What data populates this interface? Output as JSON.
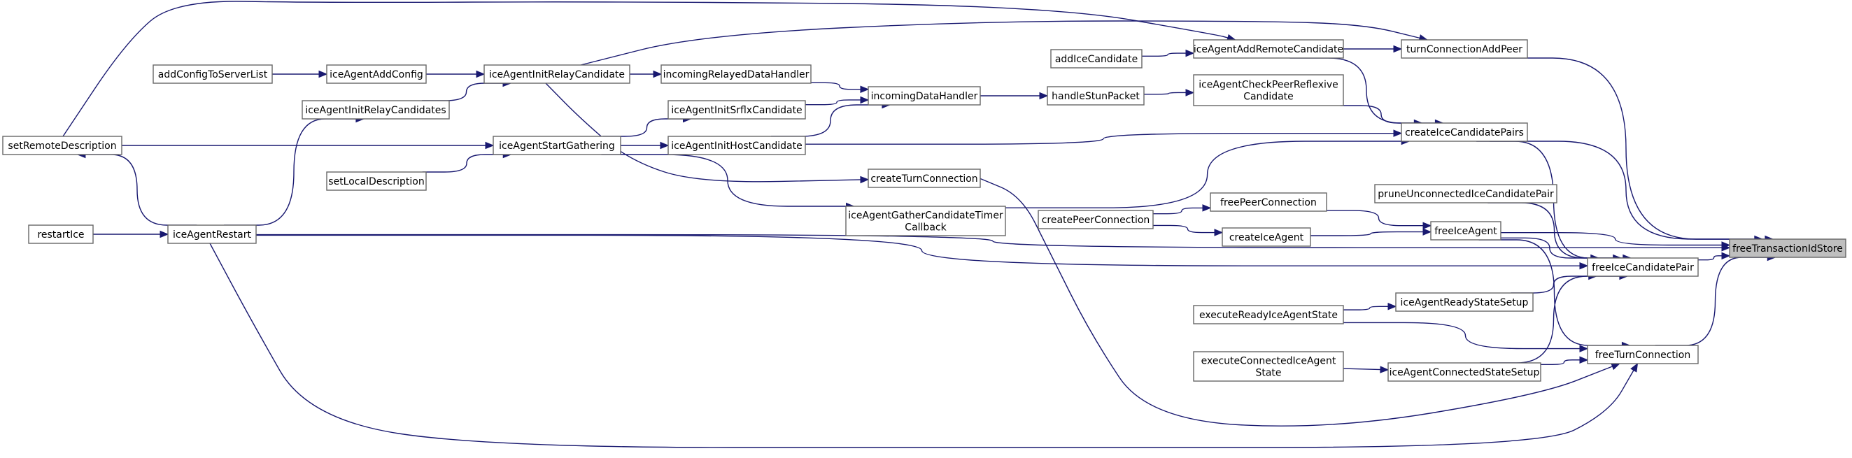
{
  "graph": {
    "colors": {
      "edge": "#191970",
      "node_border": "#666666",
      "root_fill": "#bfbfbf",
      "node_fill": "#ffffff"
    },
    "nodes": [
      {
        "id": "freeTransactionIdStore",
        "lines": [
          "freeTransactionIdStore"
        ]
      },
      {
        "id": "turnConnectionAddPeer",
        "lines": [
          "turnConnectionAddPeer"
        ]
      },
      {
        "id": "createIceCandidatePairs",
        "lines": [
          "createIceCandidatePairs"
        ]
      },
      {
        "id": "freeIceCandidatePair",
        "lines": [
          "freeIceCandidatePair"
        ]
      },
      {
        "id": "freeTurnConnection",
        "lines": [
          "freeTurnConnection"
        ]
      },
      {
        "id": "freeIceAgent",
        "lines": [
          "freeIceAgent"
        ]
      },
      {
        "id": "pruneUnconnectedIceCandidatePair",
        "lines": [
          "pruneUnconnectedIceCandidatePair"
        ]
      },
      {
        "id": "iceAgentReadyStateSetup",
        "lines": [
          "iceAgentReadyStateSetup"
        ]
      },
      {
        "id": "iceAgentConnectedStateSetup",
        "lines": [
          "iceAgentConnectedStateSetup"
        ]
      },
      {
        "id": "iceAgentAddRemoteCandidate",
        "lines": [
          "iceAgentAddRemoteCandidate"
        ]
      },
      {
        "id": "iceAgentCheckPeerReflexiveCandidate",
        "lines": [
          "iceAgentCheckPeerReflexive",
          "Candidate"
        ]
      },
      {
        "id": "freePeerConnection",
        "lines": [
          "freePeerConnection"
        ]
      },
      {
        "id": "createIceAgent",
        "lines": [
          "createIceAgent"
        ]
      },
      {
        "id": "executeReadyIceAgentState",
        "lines": [
          "executeReadyIceAgentState"
        ]
      },
      {
        "id": "executeConnectedIceAgentState",
        "lines": [
          "executeConnectedIceAgent",
          "State"
        ]
      },
      {
        "id": "addIceCandidate",
        "lines": [
          "addIceCandidate"
        ]
      },
      {
        "id": "handleStunPacket",
        "lines": [
          "handleStunPacket"
        ]
      },
      {
        "id": "createPeerConnection",
        "lines": [
          "createPeerConnection"
        ]
      },
      {
        "id": "incomingDataHandler",
        "lines": [
          "incomingDataHandler"
        ]
      },
      {
        "id": "createTurnConnection",
        "lines": [
          "createTurnConnection"
        ]
      },
      {
        "id": "iceAgentGatherCandidateTimerCallback",
        "lines": [
          "iceAgentGatherCandidateTimer",
          "Callback"
        ]
      },
      {
        "id": "incomingRelayedDataHandler",
        "lines": [
          "incomingRelayedDataHandler"
        ]
      },
      {
        "id": "iceAgentInitSrflxCandidate",
        "lines": [
          "iceAgentInitSrflxCandidate"
        ]
      },
      {
        "id": "iceAgentInitHostCandidate",
        "lines": [
          "iceAgentInitHostCandidate"
        ]
      },
      {
        "id": "iceAgentInitRelayCandidate",
        "lines": [
          "iceAgentInitRelayCandidate"
        ]
      },
      {
        "id": "iceAgentStartGathering",
        "lines": [
          "iceAgentStartGathering"
        ]
      },
      {
        "id": "iceAgentInitRelayCandidates",
        "lines": [
          "iceAgentInitRelayCandidates"
        ]
      },
      {
        "id": "setLocalDescription",
        "lines": [
          "setLocalDescription"
        ]
      },
      {
        "id": "iceAgentAddConfig",
        "lines": [
          "iceAgentAddConfig"
        ]
      },
      {
        "id": "addConfigToServerList",
        "lines": [
          "addConfigToServerList"
        ]
      },
      {
        "id": "setRemoteDescription",
        "lines": [
          "setRemoteDescription"
        ]
      },
      {
        "id": "iceAgentRestart",
        "lines": [
          "iceAgentRestart"
        ]
      },
      {
        "id": "restartIce",
        "lines": [
          "restartIce"
        ]
      }
    ],
    "edges": [
      [
        "turnConnectionAddPeer",
        "freeTransactionIdStore"
      ],
      [
        "createIceCandidatePairs",
        "freeTransactionIdStore"
      ],
      [
        "freeIceCandidatePair",
        "freeTransactionIdStore"
      ],
      [
        "freeTurnConnection",
        "freeTransactionIdStore"
      ],
      [
        "freeIceAgent",
        "freeTransactionIdStore"
      ],
      [
        "iceAgentRestart",
        "freeTransactionIdStore"
      ],
      [
        "iceAgentAddRemoteCandidate",
        "turnConnectionAddPeer"
      ],
      [
        "iceAgentInitRelayCandidate",
        "turnConnectionAddPeer"
      ],
      [
        "setRemoteDescription",
        "iceAgentAddRemoteCandidate"
      ],
      [
        "addIceCandidate",
        "iceAgentAddRemoteCandidate"
      ],
      [
        "iceAgentAddRemoteCandidate",
        "createIceCandidatePairs"
      ],
      [
        "iceAgentCheckPeerReflexiveCandidate",
        "createIceCandidatePairs"
      ],
      [
        "iceAgentInitHostCandidate",
        "createIceCandidatePairs"
      ],
      [
        "iceAgentGatherCandidateTimerCallback",
        "createIceCandidatePairs"
      ],
      [
        "createIceCandidatePairs",
        "freeIceCandidatePair"
      ],
      [
        "pruneUnconnectedIceCandidatePair",
        "freeIceCandidatePair"
      ],
      [
        "freeIceAgent",
        "freeIceCandidatePair"
      ],
      [
        "iceAgentReadyStateSetup",
        "freeIceCandidatePair"
      ],
      [
        "iceAgentConnectedStateSetup",
        "freeIceCandidatePair"
      ],
      [
        "iceAgentRestart",
        "freeIceCandidatePair"
      ],
      [
        "freeIceAgent",
        "freeTurnConnection"
      ],
      [
        "executeReadyIceAgentState",
        "freeTurnConnection"
      ],
      [
        "iceAgentConnectedStateSetup",
        "freeTurnConnection"
      ],
      [
        "createTurnConnection",
        "freeTurnConnection"
      ],
      [
        "iceAgentRestart",
        "freeTurnConnection"
      ],
      [
        "freePeerConnection",
        "freeIceAgent"
      ],
      [
        "createIceAgent",
        "freeIceAgent"
      ],
      [
        "createPeerConnection",
        "freePeerConnection"
      ],
      [
        "createPeerConnection",
        "createIceAgent"
      ],
      [
        "executeReadyIceAgentState",
        "iceAgentReadyStateSetup"
      ],
      [
        "executeConnectedIceAgentState",
        "iceAgentConnectedStateSetup"
      ],
      [
        "handleStunPacket",
        "iceAgentCheckPeerReflexiveCandidate"
      ],
      [
        "incomingDataHandler",
        "handleStunPacket"
      ],
      [
        "incomingRelayedDataHandler",
        "incomingDataHandler"
      ],
      [
        "iceAgentInitSrflxCandidate",
        "incomingDataHandler"
      ],
      [
        "iceAgentInitHostCandidate",
        "incomingDataHandler"
      ],
      [
        "iceAgentInitRelayCandidate",
        "incomingRelayedDataHandler"
      ],
      [
        "iceAgentInitRelayCandidate",
        "createTurnConnection"
      ],
      [
        "iceAgentStartGathering",
        "iceAgentInitSrflxCandidate"
      ],
      [
        "iceAgentStartGathering",
        "iceAgentInitHostCandidate"
      ],
      [
        "iceAgentStartGathering",
        "iceAgentGatherCandidateTimerCallback"
      ],
      [
        "iceAgentAddConfig",
        "iceAgentInitRelayCandidate"
      ],
      [
        "iceAgentInitRelayCandidates",
        "iceAgentInitRelayCandidate"
      ],
      [
        "iceAgentRestart",
        "iceAgentInitRelayCandidates"
      ],
      [
        "setRemoteDescription",
        "iceAgentStartGathering"
      ],
      [
        "setLocalDescription",
        "iceAgentStartGathering"
      ],
      [
        "addConfigToServerList",
        "iceAgentAddConfig"
      ],
      [
        "iceAgentRestart",
        "setRemoteDescription"
      ],
      [
        "restartIce",
        "iceAgentRestart"
      ]
    ]
  }
}
